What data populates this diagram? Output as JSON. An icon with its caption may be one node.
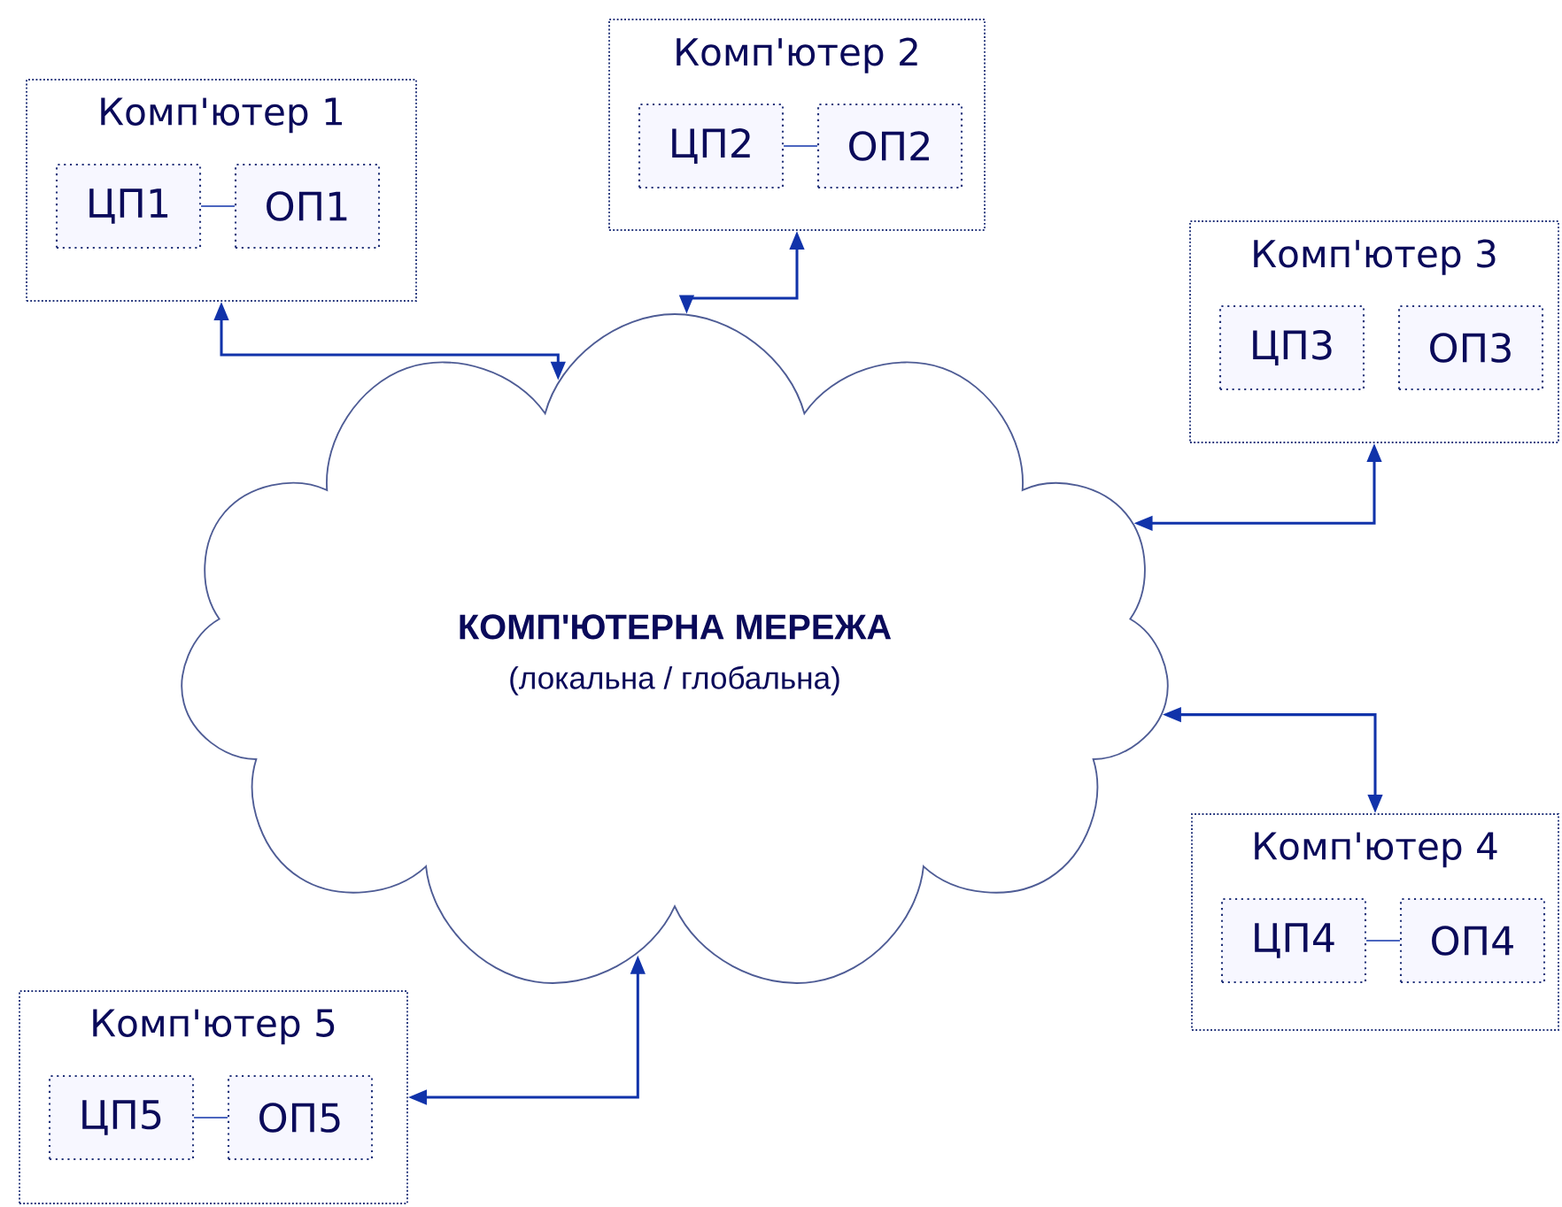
{
  "diagram": {
    "nodes": [
      {
        "text": [
          "Комп'ютер 1"
        ]
      },
      {
        "text": [
          "ЦП1"
        ],
        "in": 0
      },
      {
        "text": [
          "ОП1"
        ],
        "in": 0
      },
      {
        "text": [
          "Комп'ютер 2"
        ]
      },
      {
        "text": [
          "ЦП2"
        ],
        "in": 3
      },
      {
        "text": [
          "ОП2"
        ],
        "in": 3
      },
      {
        "text": [
          "Комп'ютер 3"
        ]
      },
      {
        "text": [
          "ЦП3"
        ],
        "in": 6
      },
      {
        "text": [
          "ОП3"
        ],
        "in": 6
      },
      {
        "text": [
          "Комп'ютер 4"
        ]
      },
      {
        "text": [
          "ЦП4"
        ],
        "in": 9
      },
      {
        "text": [
          "ОП4"
        ],
        "in": 9
      },
      {
        "text": [
          "Комп'ютер 5"
        ]
      },
      {
        "text": [
          "ЦП5"
        ],
        "in": 12
      },
      {
        "text": [
          "ОП5"
        ],
        "in": 12
      },
      {
        "text": [
          "КОМП'ЮТЕРНА МЕРЕЖА",
          "(локальна / глобальна)"
        ]
      }
    ],
    "edges": [
      {
        "from": 1,
        "to": 2,
        "arrow": "none"
      },
      {
        "from": 4,
        "to": 5,
        "arrow": "none"
      },
      {
        "from": 10,
        "to": 11,
        "arrow": "none"
      },
      {
        "from": 13,
        "to": 14,
        "arrow": "none"
      },
      {
        "from": 0,
        "to": 15,
        "arrow": "both"
      },
      {
        "from": 3,
        "to": 15,
        "arrow": "both"
      },
      {
        "from": 6,
        "to": 15,
        "arrow": "both"
      },
      {
        "from": 15,
        "to": 9,
        "arrow": "both"
      },
      {
        "from": 12,
        "to": 15,
        "arrow": "both"
      }
    ]
  }
}
